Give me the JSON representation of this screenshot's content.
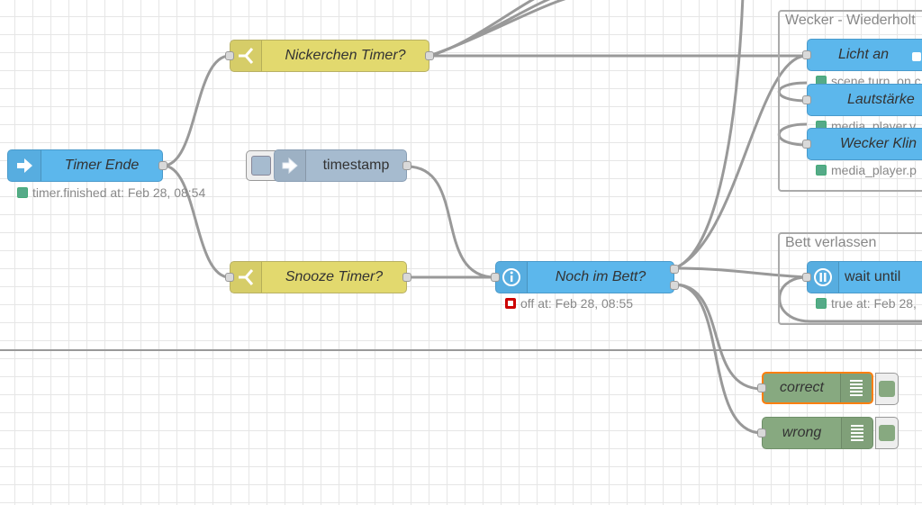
{
  "colors": {
    "switch_node": "#e2d96e",
    "event_node": "#5cb7ec",
    "inject_node": "#a6bbcf",
    "debug_node": "#87a980",
    "wire": "#999999",
    "selected_outline": "#ff7f0e",
    "status_green": "#55aa88",
    "status_red": "#cc0000"
  },
  "groups": {
    "wecker": {
      "label": "Wecker - Wiederholt"
    },
    "bett": {
      "label": "Bett verlassen"
    }
  },
  "nodes": {
    "timer_ende": {
      "label": "Timer Ende",
      "icon": "arrow-right-icon",
      "status": "timer.finished at: Feb 28, 08:54"
    },
    "nickerchen": {
      "label": "Nickerchen Timer?",
      "icon": "switch-icon"
    },
    "timestamp": {
      "label": "timestamp",
      "icon": "inject-arrow-icon"
    },
    "snooze": {
      "label": "Snooze Timer?",
      "icon": "switch-icon"
    },
    "noch_im_bett": {
      "label": "Noch im Bett?",
      "icon": "info-icon",
      "status": "off at: Feb 28, 08:55"
    },
    "licht_an": {
      "label": "Licht an",
      "status": "scene.turn_on c"
    },
    "lautstaerke": {
      "label": "Lautstärke",
      "status": "media_player.v"
    },
    "wecker_klin": {
      "label": "Wecker Klin",
      "status": "media_player.p"
    },
    "wait_until": {
      "label": "wait until",
      "icon": "pause-icon",
      "status": "true at: Feb 28,"
    },
    "correct": {
      "label": "correct",
      "icon": "debug-list-icon"
    },
    "wrong": {
      "label": "wrong",
      "icon": "debug-list-icon"
    }
  }
}
